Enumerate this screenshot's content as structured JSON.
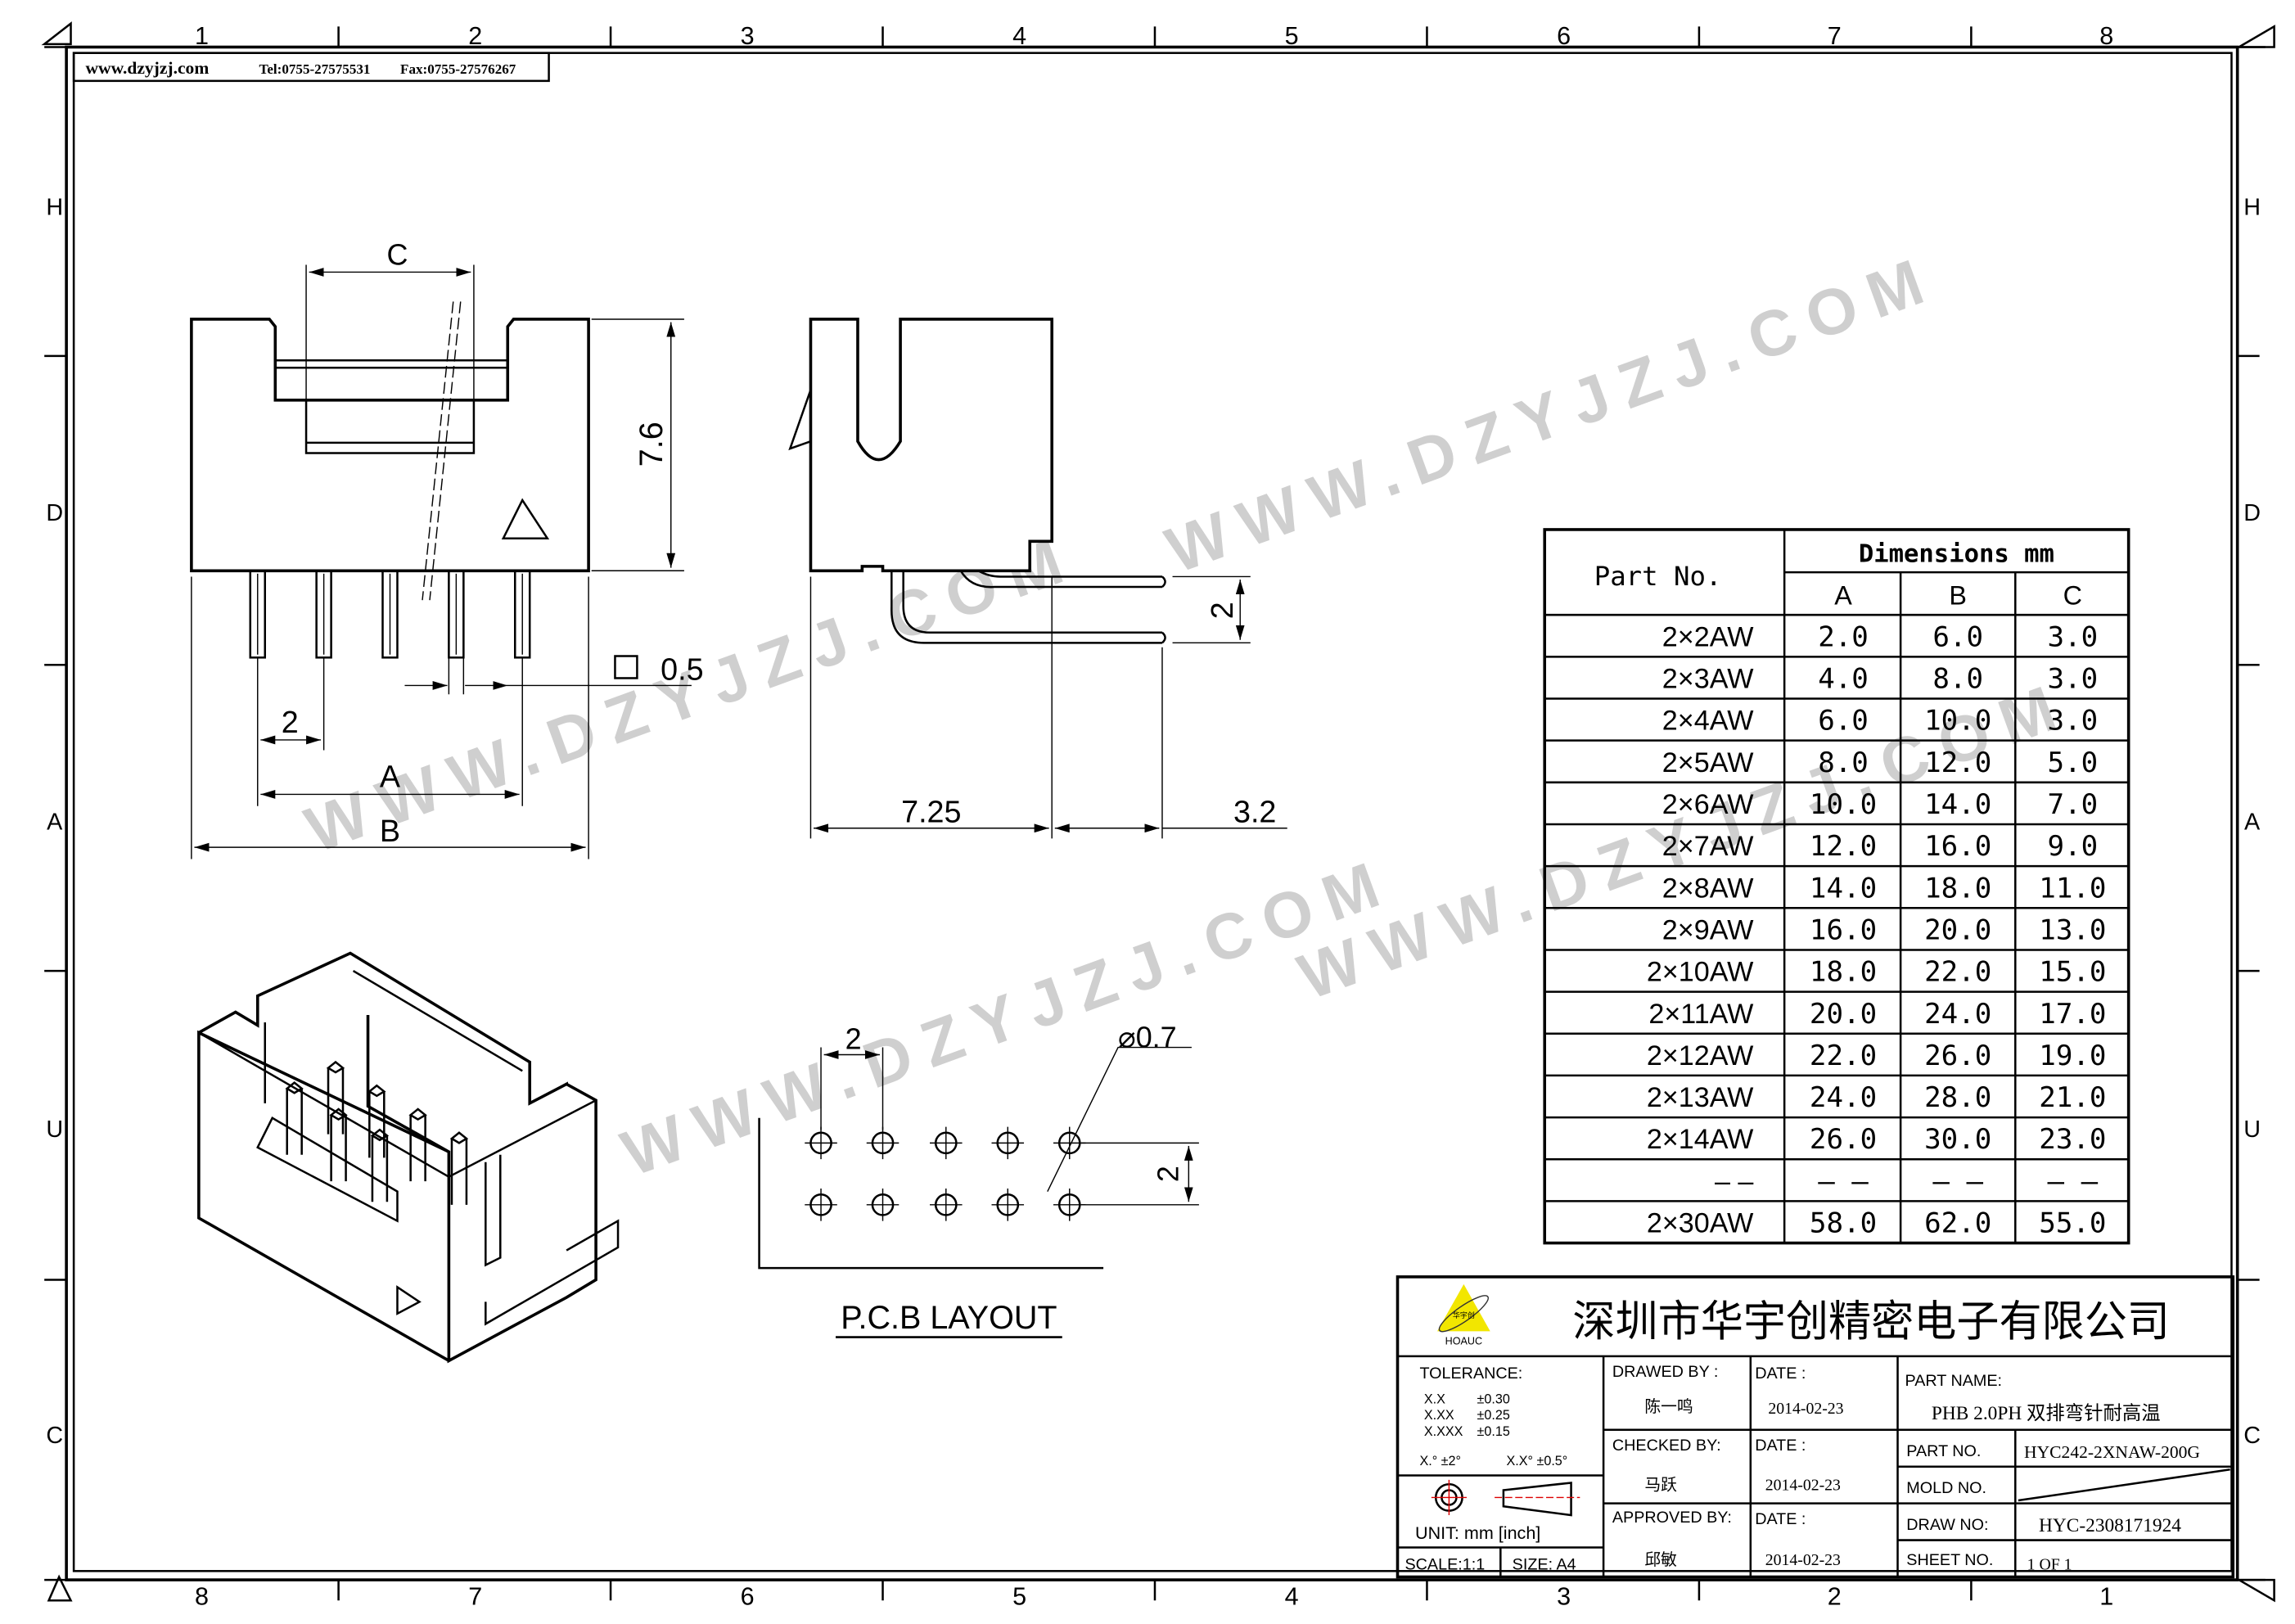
{
  "frame": {
    "columns_top": [
      "1",
      "2",
      "3",
      "4",
      "5",
      "6",
      "7",
      "8"
    ],
    "columns_bottom": [
      "8",
      "7",
      "6",
      "5",
      "4",
      "3",
      "2",
      "1"
    ],
    "rows": [
      "H",
      "D",
      "A",
      "U",
      "C"
    ]
  },
  "header_box": {
    "website": "www.dzyjzj.com",
    "tel": "Tel:0755-27575531",
    "fax": "Fax:0755-27576267"
  },
  "watermark": "WWW.DZYJZJ.COM",
  "front_view": {
    "dim_c": "C",
    "dim_height": "7.6",
    "dim_pin": "0.5",
    "dim_pitch": "2",
    "dim_a": "A",
    "dim_b": "B"
  },
  "side_view": {
    "dim_depth": "7.25",
    "dim_pin_len": "3.2",
    "dim_row_pitch": "2"
  },
  "pcb_layout": {
    "title": "P.C.B LAYOUT",
    "dim_pitch": "2",
    "dim_row": "2",
    "dim_hole": "⌀0.7"
  },
  "dimensions_table": {
    "part_header": "Part No.",
    "group_header": "Dimensions mm",
    "columns": [
      "A",
      "B",
      "C"
    ],
    "rows": [
      {
        "part": "2×2AW",
        "a": "2.0",
        "b": "6.0",
        "c": "3.0"
      },
      {
        "part": "2×3AW",
        "a": "4.0",
        "b": "8.0",
        "c": "3.0"
      },
      {
        "part": "2×4AW",
        "a": "6.0",
        "b": "10.0",
        "c": "3.0"
      },
      {
        "part": "2×5AW",
        "a": "8.0",
        "b": "12.0",
        "c": "5.0"
      },
      {
        "part": "2×6AW",
        "a": "10.0",
        "b": "14.0",
        "c": "7.0"
      },
      {
        "part": "2×7AW",
        "a": "12.0",
        "b": "16.0",
        "c": "9.0"
      },
      {
        "part": "2×8AW",
        "a": "14.0",
        "b": "18.0",
        "c": "11.0"
      },
      {
        "part": "2×9AW",
        "a": "16.0",
        "b": "20.0",
        "c": "13.0"
      },
      {
        "part": "2×10AW",
        "a": "18.0",
        "b": "22.0",
        "c": "15.0"
      },
      {
        "part": "2×11AW",
        "a": "20.0",
        "b": "24.0",
        "c": "17.0"
      },
      {
        "part": "2×12AW",
        "a": "22.0",
        "b": "26.0",
        "c": "19.0"
      },
      {
        "part": "2×13AW",
        "a": "24.0",
        "b": "28.0",
        "c": "21.0"
      },
      {
        "part": "2×14AW",
        "a": "26.0",
        "b": "30.0",
        "c": "23.0"
      },
      {
        "part": "– –",
        "a": "– –",
        "b": "– –",
        "c": "– –"
      },
      {
        "part": "2×30AW",
        "a": "58.0",
        "b": "62.0",
        "c": "55.0"
      }
    ]
  },
  "title_block": {
    "logo_cn": "华宇创",
    "logo_en": "HOAUC",
    "logo_color": "#f2e600",
    "company": "深圳市华宇创精密电子有限公司",
    "tolerance_label": "TOLERANCE:",
    "tolerances": [
      {
        "k": "X.X",
        "v": "±0.30"
      },
      {
        "k": "X.XX",
        "v": "±0.25"
      },
      {
        "k": "X.XXX",
        "v": "±0.15"
      }
    ],
    "angle_tol_1": "X.° ±2°",
    "angle_tol_2": "X.X° ±0.5°",
    "unit": "UNIT:  mm  [inch]",
    "scale": "SCALE:1:1",
    "size": "SIZE:  A4",
    "drawed_by_label": "DRAWED BY :",
    "drawed_by": "陈一鸣",
    "checked_by_label": "CHECKED BY:",
    "checked_by": "马跃",
    "approved_by_label": "APPROVED BY:",
    "approved_by": "邱敏",
    "date_label": "DATE :",
    "date_1": "2014-02-23",
    "date_2": "2014-02-23",
    "date_3": "2014-02-23",
    "part_name_label": "PART NAME:",
    "part_name": "PHB 2.0PH 双排弯针耐高温",
    "part_no_label": "PART NO.",
    "part_no": "HYC242-2XNAW-200G",
    "mold_no_label": "MOLD NO.",
    "draw_no_label": "DRAW NO:",
    "draw_no": "HYC-2308171924",
    "sheet_no_label": "SHEET NO.",
    "sheet_no": "1 OF 1"
  }
}
